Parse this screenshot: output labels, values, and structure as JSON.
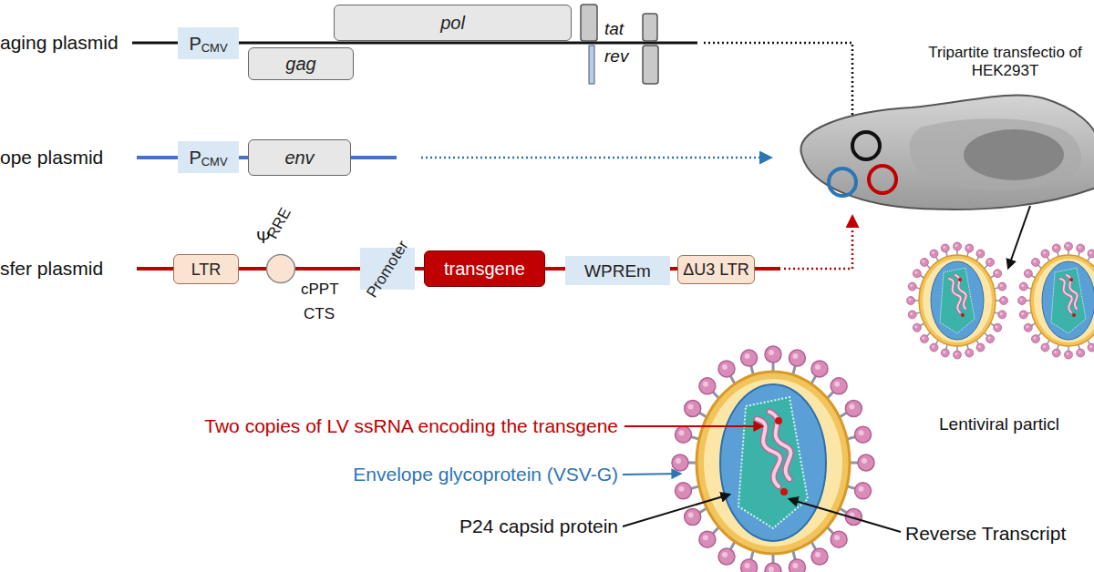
{
  "diagram": {
    "nodes": [
      {
        "text": [
          "P",
          "CMV"
        ]
      },
      {
        "text": [
          "gag"
        ]
      },
      {
        "text": [
          "pol"
        ]
      },
      {
        "text": [
          "P",
          "CMV"
        ]
      },
      {
        "text": [
          "env"
        ]
      },
      {
        "text": [
          "LTR"
        ]
      },
      {
        "text": [
          "RRE"
        ]
      },
      {
        "text": [
          "Promoter"
        ]
      },
      {
        "text": [
          "transgene"
        ]
      },
      {
        "text": [
          "WPREm"
        ]
      },
      {
        "text": [
          "ΔU3 LTR"
        ]
      }
    ],
    "labels": [
      "aging plasmid",
      "tat",
      "rev",
      "Tripartite transfectio of HEK293T",
      "ope plasmid",
      "sfer plasmid",
      "Ψ",
      "cPPT",
      "CTS",
      "Two copies of LV ssRNA encoding the transgene",
      "Lentiviral particl",
      "Envelope glycoprotein (VSV-G)",
      "P24 capsid protein",
      "Reverse Transcript"
    ]
  }
}
